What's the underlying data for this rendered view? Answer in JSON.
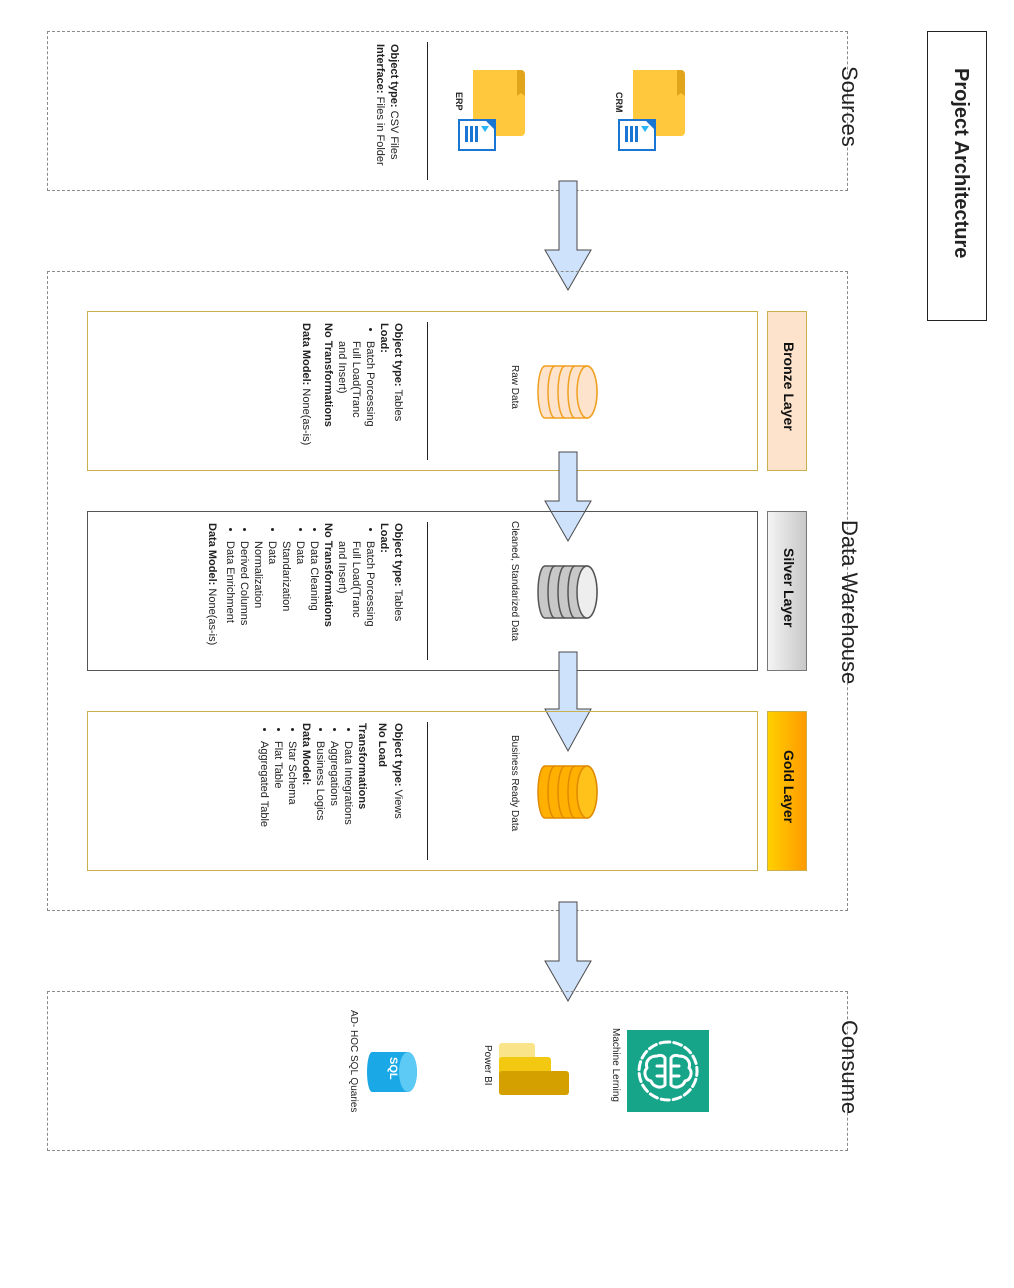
{
  "title": "Project Architecture",
  "sections": {
    "sources": "Sources",
    "warehouse": "Data Warehouse",
    "consume": "Consume"
  },
  "sources": {
    "crm_label": "CRM",
    "erp_label": "ERP",
    "object_type_key": "Object type:",
    "object_type_val": "CSV Files",
    "interface_key": "Interface:",
    "interface_val": "Files in Folder"
  },
  "bronze": {
    "header": "Bronze Layer",
    "db_label": "Raw Data",
    "object_type_key": "Object type:",
    "object_type_val": "Tables",
    "load_key": "Load:",
    "load_items": [
      "Batch Porcessing",
      "Full Load(Tranc",
      "and Insert)"
    ],
    "transform": "No Transformations",
    "model_key": "Data Model:",
    "model_val": "None(as-is)"
  },
  "silver": {
    "header": "Silver Layer",
    "db_label": "Cleaned, Standarized Data",
    "object_type_key": "Object type:",
    "object_type_val": "Tables",
    "load_key": "Load:",
    "load_items": [
      "Batch Porcessing",
      "Full Load(Tranc",
      "and Insert)"
    ],
    "transform": "No Transformations",
    "transform_items": [
      "Data Cleaning",
      "Data",
      "Standarization",
      "Data",
      "Normalization",
      "Derived Columns",
      "Data Enrichment"
    ],
    "model_key": "Data Model:",
    "model_val": "None(as-is)"
  },
  "gold": {
    "header": "Gold Layer",
    "db_label": "Business Ready Data",
    "object_type_key": "Object type:",
    "object_type_val": "Views",
    "load": "No Load",
    "transform_key": "Transformations",
    "transform_items": [
      "Data Integrations",
      "Aggregations",
      "Business Logics"
    ],
    "model_key": "Data Model:",
    "model_items": [
      "Star Schema",
      "Flat Table",
      "Aggregated Table"
    ]
  },
  "consume": {
    "ml_label": "Machine Lerning",
    "pbi_label": "Power BI",
    "sql_label": "AD- HOC SQL Quaries",
    "sql_icon_text": "SQL"
  },
  "colors": {
    "bronze_fill": "#fde3cc",
    "silver_fill": "#d9d9d9",
    "gold_fill": "#ffa500",
    "arrow_fill": "#cfe2fb",
    "arrow_stroke": "#4a4a4a",
    "ml_green": "#17a58a",
    "sql_blue": "#1aa9e6",
    "folder_yellow": "#ffc83d"
  }
}
